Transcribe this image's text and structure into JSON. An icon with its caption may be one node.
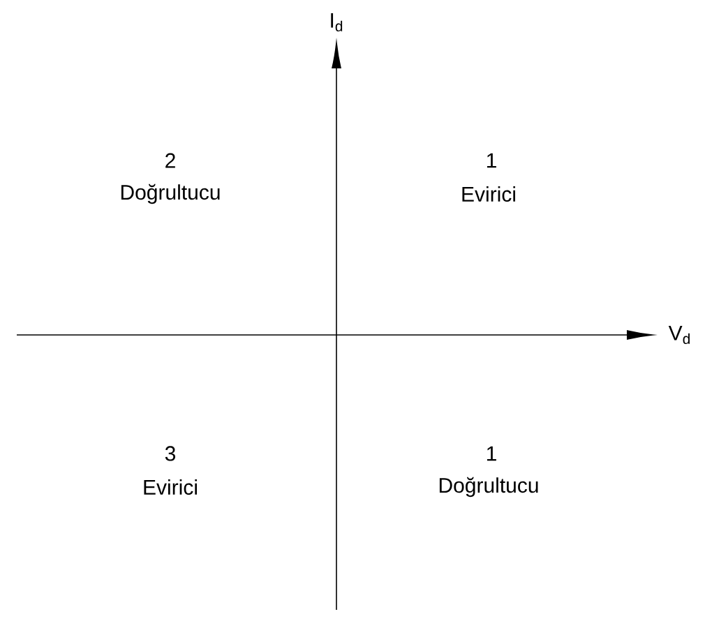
{
  "diagram": {
    "labels": [
      "I$_{d}$",
      "2",
      "Doğrultucu",
      "1",
      "Evirici",
      "V$_{d}$",
      "3",
      "Evirici",
      "1",
      "Doğrultucu"
    ]
  }
}
